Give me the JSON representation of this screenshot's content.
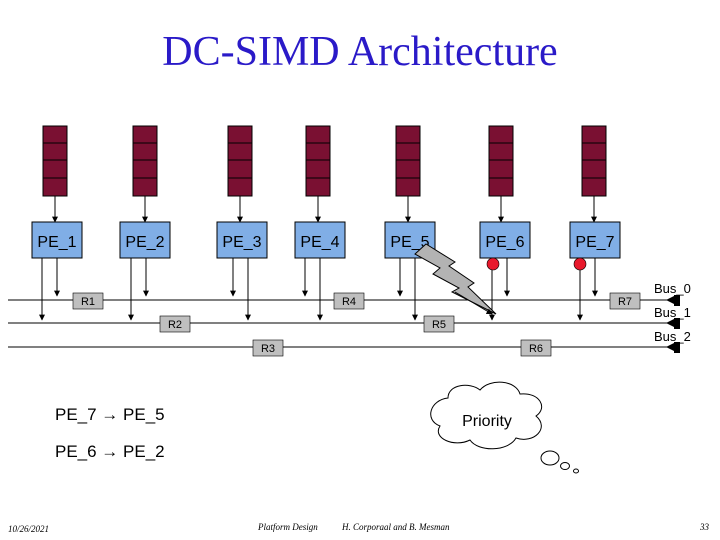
{
  "slide": {
    "title": "DC-SIMD Architecture",
    "processing_elements": [
      "PE_1",
      "PE_2",
      "PE_3",
      "PE_4",
      "PE_5",
      "PE_6",
      "PE_7"
    ],
    "buses": [
      "Bus_0",
      "Bus_1",
      "Bus_2"
    ],
    "routers": [
      "R1",
      "R2",
      "R3",
      "R4",
      "R5",
      "R6",
      "R7"
    ],
    "transfers": [
      "PE_7 → PE_5",
      "PE_6 → PE_2"
    ],
    "priority_label": "Priority",
    "colors": {
      "title": "#2a1ac8",
      "pe_fill": "#80aee6",
      "register_fill": "#7a1032",
      "router_fill": "#bfbfbf",
      "conflict_marker": "#e8192c",
      "lightning_fill": "#b3b3b3"
    }
  },
  "footer": {
    "date": "10/26/2021",
    "course": "Platform Design",
    "authors": "H. Corporaal and B. Mesman",
    "page_number": "33"
  }
}
